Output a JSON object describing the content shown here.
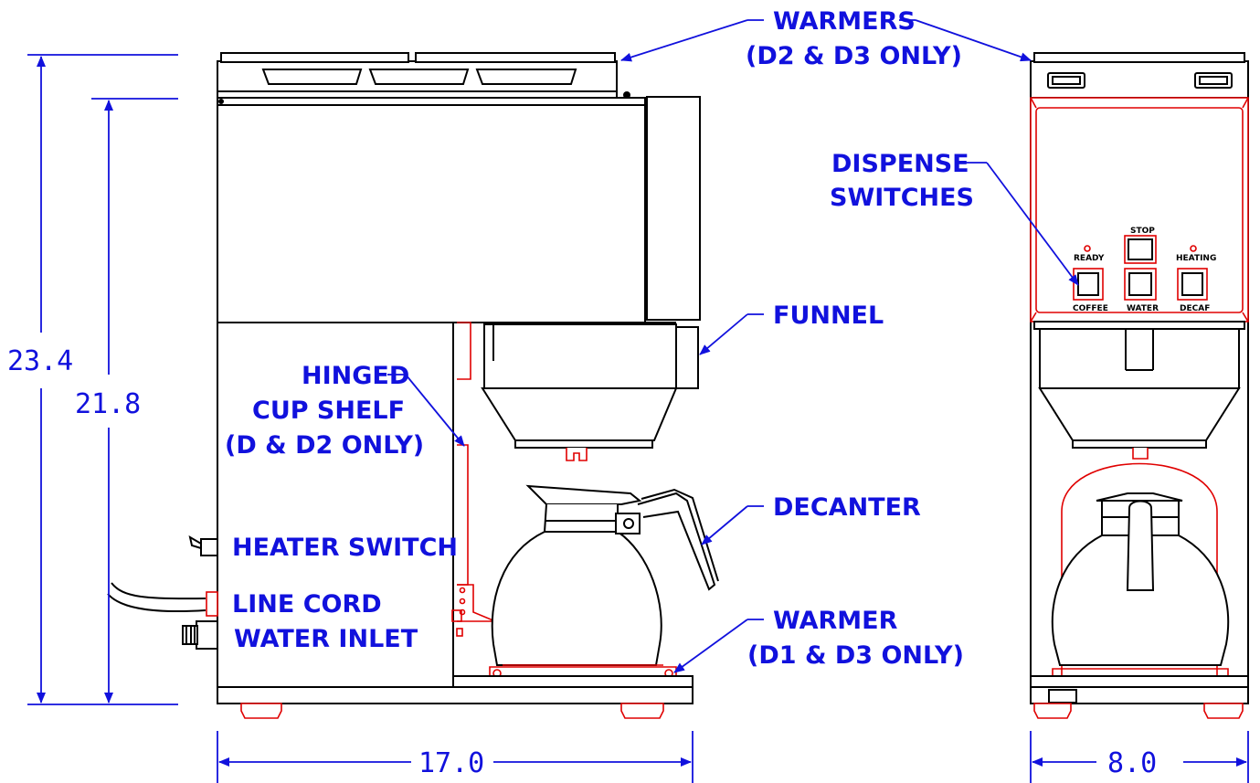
{
  "labels": {
    "warmers_line1": "WARMERS",
    "warmers_line2": "(D2 & D3 ONLY)",
    "dispense_line1": "DISPENSE",
    "dispense_line2": "SWITCHES",
    "funnel": "FUNNEL",
    "hinged_line1": "HINGED",
    "hinged_line2": "CUP SHELF",
    "hinged_line3": "(D & D2 ONLY)",
    "decanter": "DECANTER",
    "heater_switch": "HEATER SWITCH",
    "line_cord": "LINE CORD",
    "water_inlet": "WATER INLET",
    "warmer_line1": "WARMER",
    "warmer_line2": "(D1 & D3 ONLY)"
  },
  "panel": {
    "ready": "READY",
    "stop": "STOP",
    "heating": "HEATING",
    "coffee": "COFFEE",
    "water": "WATER",
    "decaf": "DECAF"
  },
  "dimensions": {
    "overall_height": "23.4",
    "inner_height": "21.8",
    "width_side": "17.0",
    "width_front": "8.0"
  },
  "colors": {
    "annotation": "#1111dd",
    "outline": "#000000",
    "detail": "#e00000"
  }
}
